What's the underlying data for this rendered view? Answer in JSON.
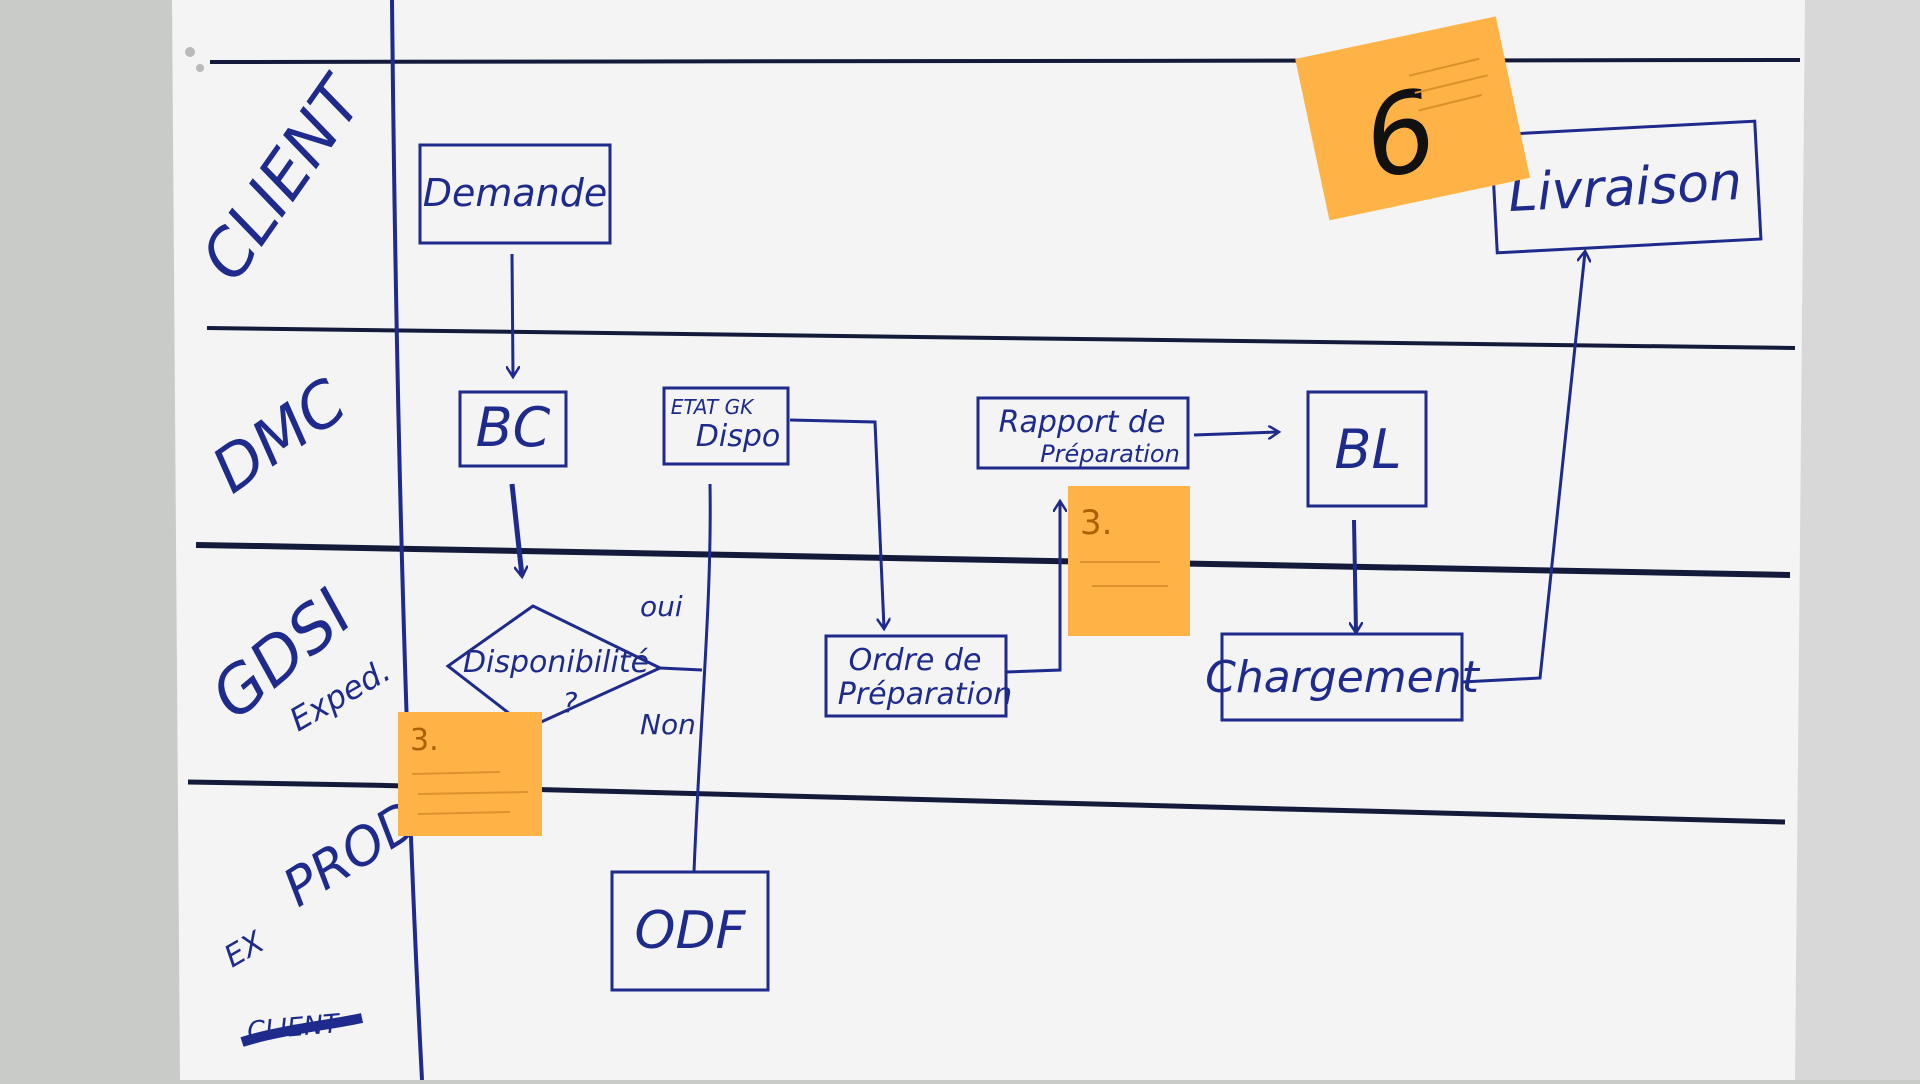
{
  "colors": {
    "wall": "#c9cbc9",
    "paper": "#f3f4f3",
    "ink": "#1e2a8c",
    "lane_line": "#141a3a",
    "sticky": "#ffb347",
    "sticky_dark": "#ffa534",
    "sticky_text": "#9a5a00"
  },
  "lanes": {
    "client": "CLIENT",
    "dmc": "DMC",
    "gdsi": "GDSI",
    "exped": "Exped.",
    "prod": "PROD.",
    "prod_scribble": "EX",
    "crossed": "CLIENT"
  },
  "boxes": {
    "demande": "Demande",
    "bc": "BC",
    "etat_line1": "ETAT GK",
    "etat_line2": "Dispo",
    "rapport_line1": "Rapport de",
    "rapport_line2": "Préparation",
    "bl": "BL",
    "livraison": "Livraison",
    "disponibilite_line1": "Disponibilité",
    "disponibilite_line2": "?",
    "ordre_line1": "Ordre de",
    "ordre_line2": "Préparation",
    "chargement": "Chargement",
    "odf": "ODF"
  },
  "branches": {
    "oui": "oui",
    "non": "Non"
  },
  "stickies": {
    "top": {
      "number": "6"
    },
    "middle": {
      "number": "3."
    },
    "left": {
      "number": "3."
    }
  }
}
